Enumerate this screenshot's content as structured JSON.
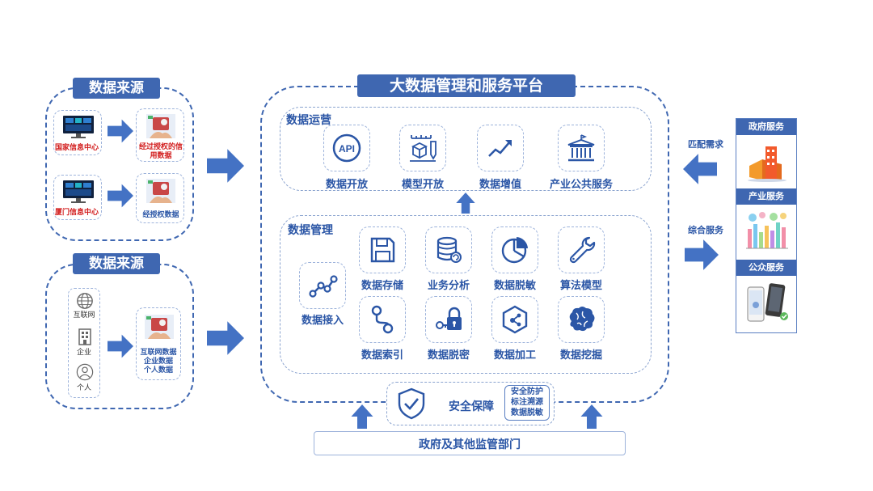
{
  "platform": {
    "title": "大数据管理和服务平台"
  },
  "source1": {
    "title": "数据来源",
    "items": [
      {
        "source_label": "国家信息中心",
        "result_label": "经过授权的信用数据"
      },
      {
        "source_label": "厦门信息中心",
        "result_label": "经授权数据"
      }
    ]
  },
  "source2": {
    "title": "数据来源",
    "types": [
      "互联网",
      "企业",
      "个人"
    ],
    "result_lines": [
      "互联网数据",
      "企业数据",
      "个人数据"
    ]
  },
  "operations": {
    "title": "数据运营",
    "items": [
      {
        "label": "数据开放",
        "icon": "api-icon"
      },
      {
        "label": "模型开放",
        "icon": "model-icon"
      },
      {
        "label": "数据增值",
        "icon": "trend-up-icon"
      },
      {
        "label": "产业公共服务",
        "icon": "building-icon"
      }
    ]
  },
  "management": {
    "title": "数据管理",
    "access": {
      "label": "数据接入",
      "icon": "connect-icon"
    },
    "row1": [
      {
        "label": "数据存储",
        "icon": "floppy-icon"
      },
      {
        "label": "业务分析",
        "icon": "database-icon"
      },
      {
        "label": "数据脱敏",
        "icon": "pie-chart-icon"
      },
      {
        "label": "算法模型",
        "icon": "wrench-icon"
      }
    ],
    "row2": [
      {
        "label": "数据索引",
        "icon": "index-path-icon"
      },
      {
        "label": "数据脱密",
        "icon": "key-lock-icon"
      },
      {
        "label": "数据加工",
        "icon": "hexagon-node-icon"
      },
      {
        "label": "数据挖掘",
        "icon": "brain-icon"
      }
    ]
  },
  "security": {
    "title": "安全保障",
    "items": [
      "安全防护",
      "标注溯源",
      "数据脱敏"
    ]
  },
  "regulator": {
    "label": "政府及其他监管部门"
  },
  "services": {
    "match_label": "匹配需求",
    "combined_label": "综合服务",
    "panels": [
      {
        "title": "政府服务"
      },
      {
        "title": "产业服务"
      },
      {
        "title": "公众服务"
      }
    ]
  },
  "colors": {
    "primary": "#3f67b1",
    "arrow": "#4472c4",
    "text": "#2b56a6",
    "accent_red": "#d21d1d"
  }
}
